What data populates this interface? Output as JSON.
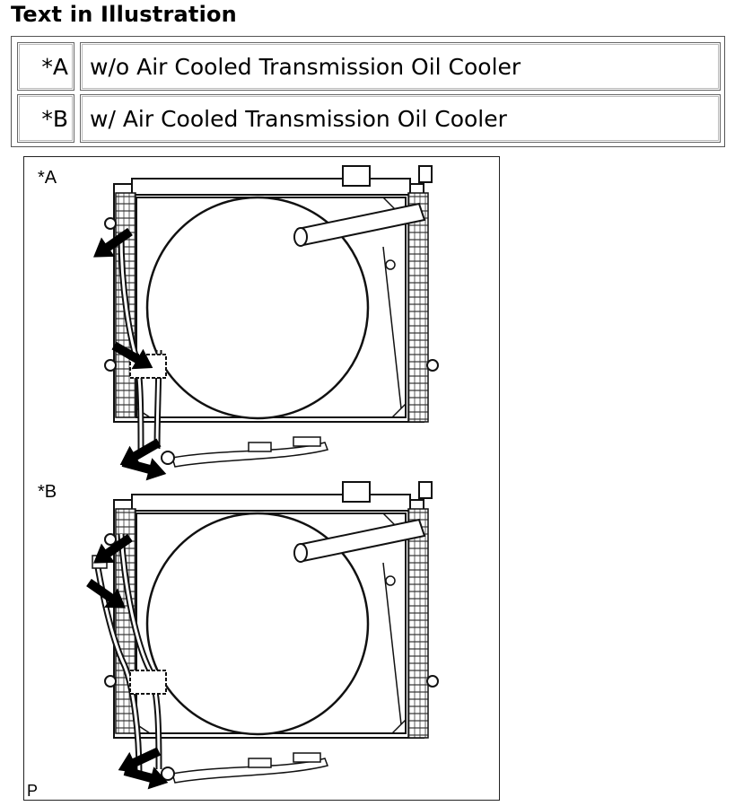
{
  "heading": "Text in Illustration",
  "legend": [
    {
      "code": "*A",
      "text": "w/o Air Cooled Transmission Oil Cooler"
    },
    {
      "code": "*B",
      "text": "w/ Air Cooled Transmission Oil Cooler"
    }
  ],
  "illustration": {
    "label_a": "*A",
    "label_b": "*B",
    "corner_code": "P"
  }
}
